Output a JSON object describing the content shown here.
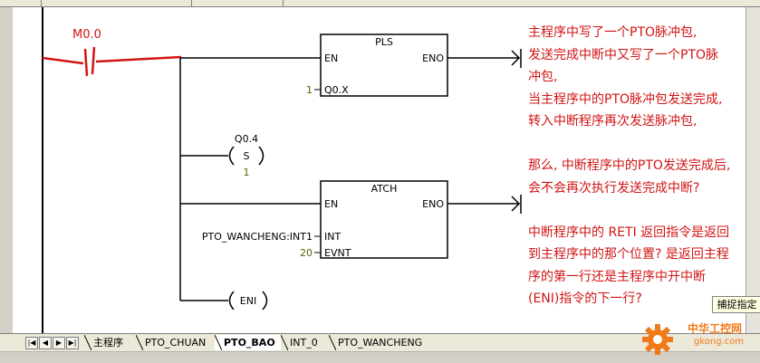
{
  "rung": {
    "contact_label": "M0.0",
    "pls_block": {
      "name": "PLS",
      "en": "EN",
      "eno": "ENO",
      "param_value": "1",
      "param_name": "Q0.X"
    },
    "set_coil": {
      "address": "Q0.4",
      "op": "S",
      "count": "1"
    },
    "atch_block": {
      "name": "ATCH",
      "en": "EN",
      "eno": "ENO",
      "int_value": "PTO_WANCHENG:INT1",
      "int_name": "INT",
      "evnt_value": "20",
      "evnt_name": "EVNT"
    },
    "eni_coil": "ENI"
  },
  "comments": [
    "主程序中写了一个PTO脉冲包,",
    "发送完成中断中又写了一个PTO脉",
    "冲包,",
    "当主程序中的PTO脉冲包发送完成,",
    "转入中断程序再次发送脉冲包,",
    "",
    "那么, 中断程序中的PTO发送完成后,",
    "会不会再次执行发送完成中断?",
    "",
    "中断程序中的 RETI 返回指令是返回",
    "到主程序中的那个位置? 是返回主程",
    "序的第一行还是主程序中开中断",
    "(ENI)指令的下一行?"
  ],
  "tooltip": "捕捉指定",
  "tabs": [
    {
      "label": "主程序",
      "active": false
    },
    {
      "label": "PTO_CHUAN",
      "active": false
    },
    {
      "label": "PTO_BAO",
      "active": true
    },
    {
      "label": "INT_0",
      "active": false
    },
    {
      "label": "PTO_WANCHENG",
      "active": false
    }
  ],
  "watermark": {
    "brand": "中华工控网",
    "domain": "gkong.com"
  },
  "colors": {
    "ink": "#000000",
    "annotation_red": "#d21414",
    "value_green": "#4a6b00",
    "logo_orange": "#f07a1a"
  }
}
